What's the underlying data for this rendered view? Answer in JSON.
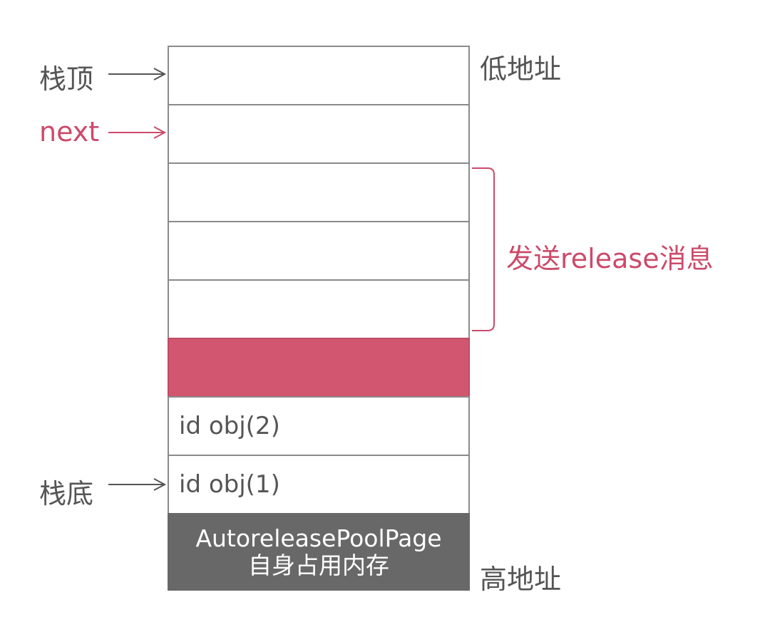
{
  "labels": {
    "stack_top": "栈顶",
    "next": "next",
    "stack_bottom": "栈底",
    "low_address": "低地址",
    "high_address": "高地址",
    "release": "发送release消息"
  },
  "cells": {
    "obj2": "id obj(2)",
    "obj1": "id obj(1)",
    "self_line1": "AutoreleasePoolPage",
    "self_line2": "自身占用内存"
  },
  "colors": {
    "accent": "#cc4a6a",
    "highlight": "#d35670",
    "gray_block": "#686868",
    "text": "#555555"
  }
}
